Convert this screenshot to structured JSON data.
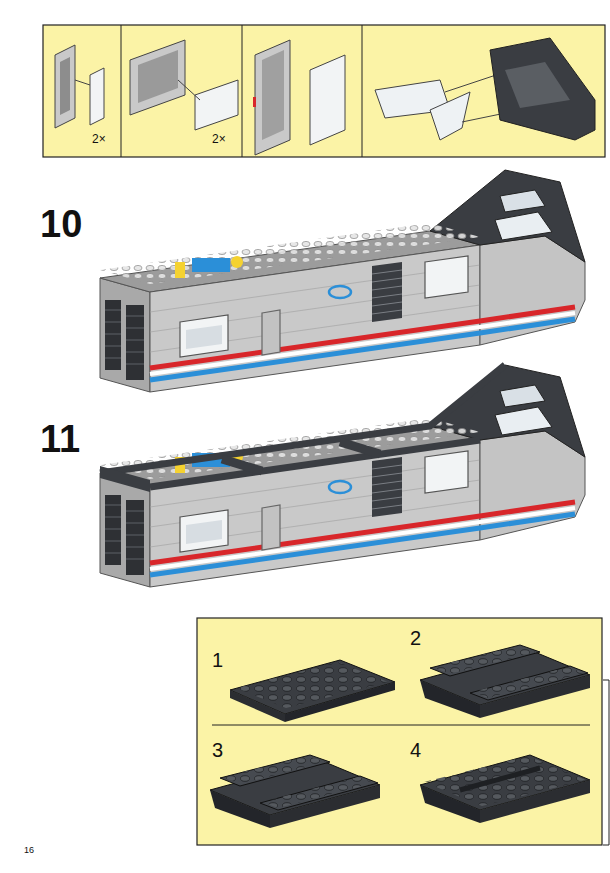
{
  "diagram": {
    "labels": [
      "2×",
      "2×",
      "10",
      "11",
      "1",
      "2",
      "3",
      "4",
      "16"
    ]
  }
}
